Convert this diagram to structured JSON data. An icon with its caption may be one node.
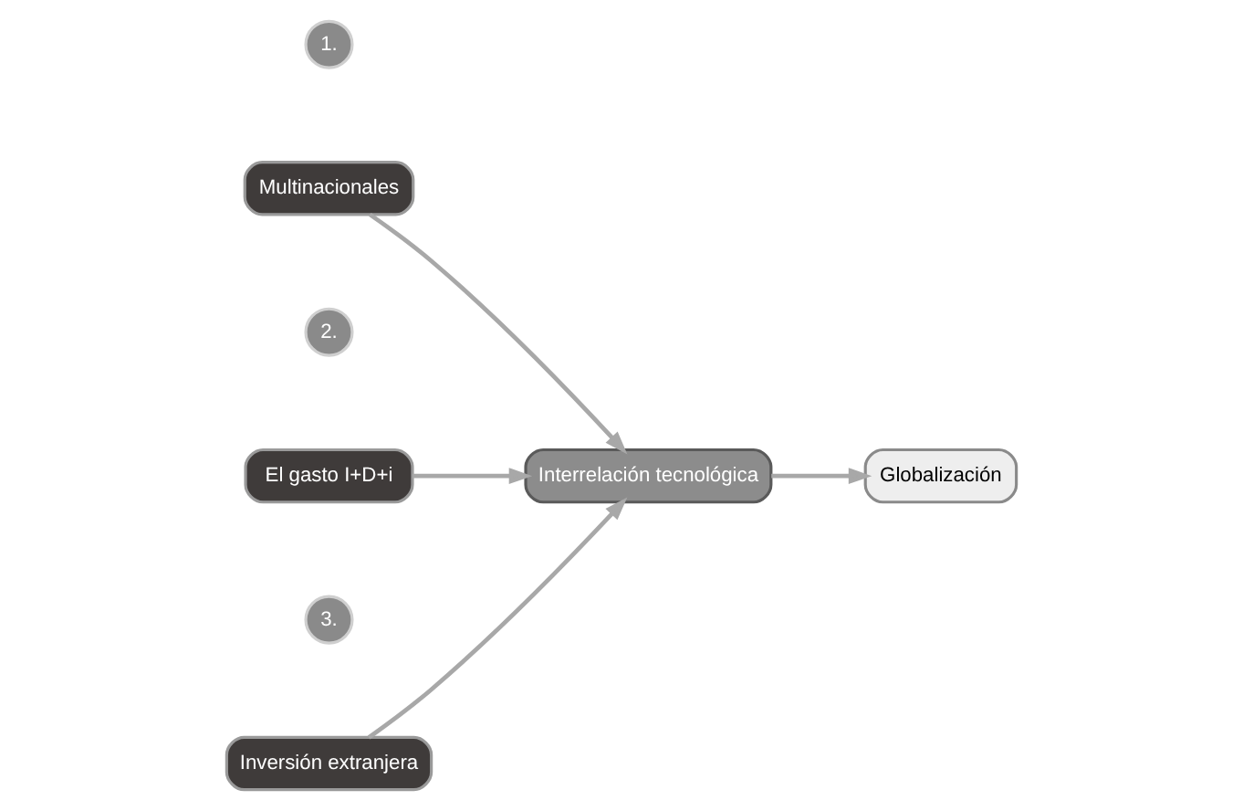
{
  "diagram": {
    "nodes": [
      {
        "text": [
          "1."
        ]
      },
      {
        "text": [
          "Multinacionales"
        ]
      },
      {
        "text": [
          "2."
        ]
      },
      {
        "text": [
          "El gasto I+D+i"
        ]
      },
      {
        "text": [
          "3."
        ]
      },
      {
        "text": [
          "Inversión extranjera"
        ]
      },
      {
        "text": [
          "Interrelación tecnológica"
        ]
      },
      {
        "text": [
          "Globalización"
        ]
      }
    ],
    "edges": [
      {
        "from": 1,
        "to": 6,
        "arrow": "to"
      },
      {
        "from": 3,
        "to": 6,
        "arrow": "to"
      },
      {
        "from": 5,
        "to": 6,
        "arrow": "to"
      },
      {
        "from": 6,
        "to": 7,
        "arrow": "to"
      }
    ]
  }
}
